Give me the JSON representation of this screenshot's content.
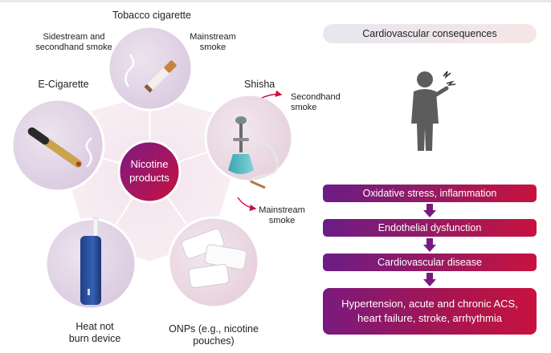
{
  "colors": {
    "purple": "#6b1d86",
    "crimson": "#c8123e",
    "petal": "#efdde8",
    "circle_border": "#ffffff"
  },
  "diagram": {
    "center_label": [
      "Nicotine",
      "products"
    ],
    "products": {
      "tobacco": "Tobacco cigarette",
      "ecig": "E-Cigarette",
      "shisha": "Shisha",
      "htp": [
        "Heat not",
        "burn device"
      ],
      "onp": [
        "ONPs (e.g., nicotine",
        "pouches)"
      ]
    },
    "smoke_labels": {
      "sidestream": [
        "Sidestream and",
        "secondhand smoke"
      ],
      "tobacco_mainstream": [
        "Mainstream",
        "smoke"
      ],
      "shisha_secondhand": [
        "Secondhand",
        "smoke"
      ],
      "shisha_mainstream": [
        "Mainstream",
        "smoke"
      ]
    },
    "icons": [
      "cigarette-icon",
      "e-cigarette-icon",
      "hookah-icon",
      "heat-not-burn-device-icon",
      "nicotine-pouches-icon",
      "sick-person-icon"
    ]
  },
  "consequences": {
    "header": "Cardiovascular consequences",
    "steps": [
      "Oxidative stress, inflammation",
      "Endothelial dysfunction",
      "Cardiovascular disease"
    ],
    "outcome": [
      "Hypertension, acute and chronic ACS,",
      "heart failure, stroke, arrhythmia"
    ]
  }
}
